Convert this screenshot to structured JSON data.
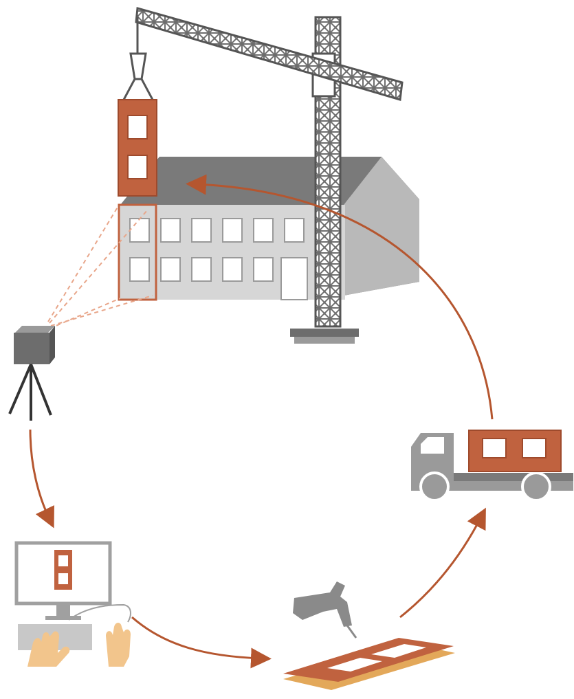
{
  "diagram": {
    "type": "cycle",
    "steps": [
      {
        "id": "scan",
        "icon": "camera-tripod-icon"
      },
      {
        "id": "design",
        "icon": "computer-design-icon"
      },
      {
        "id": "fabricate",
        "icon": "drill-panel-icon"
      },
      {
        "id": "transport",
        "icon": "truck-icon"
      },
      {
        "id": "install",
        "icon": "crane-module-icon"
      }
    ],
    "arrows": [
      {
        "from": "scan",
        "to": "design"
      },
      {
        "from": "design",
        "to": "fabricate"
      },
      {
        "from": "fabricate",
        "to": "transport"
      },
      {
        "from": "transport",
        "to": "install"
      }
    ]
  },
  "colors": {
    "accent": "#c0623f",
    "accent_dark": "#9e4a2c",
    "arrow": "#b5562f",
    "gray": "#999999",
    "gray_dark": "#6d6d6d",
    "gray_light": "#d2d2d2",
    "wall": "#d6d6d6",
    "roof": "#7a7a7a",
    "skin": "#f2c58c",
    "wood": "#e3a85a"
  }
}
